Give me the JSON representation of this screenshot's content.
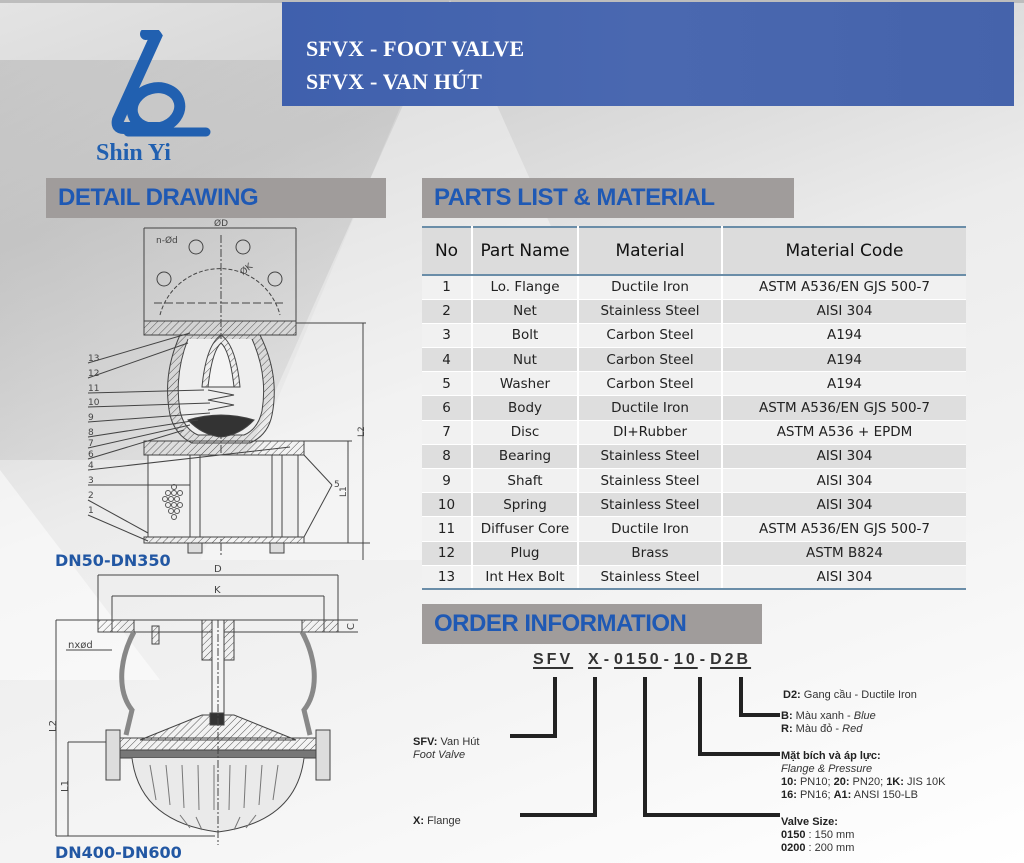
{
  "header": {
    "title_en": "SFVX - FOOT VALVE",
    "title_vi": "SFVX - VAN HÚT",
    "banner_color": "#4563ab"
  },
  "logo": {
    "text": "Shin Yi",
    "icon": "shin-yi-lo-logo-icon",
    "color": "#2160b0"
  },
  "sections": {
    "detail_drawing": "DETAIL DRAWING",
    "parts_list": "PARTS LIST & MATERIAL",
    "order_information": "ORDER INFORMATION",
    "header_bg": "#a09c9b",
    "header_text_color": "#1f59b4"
  },
  "drawings": {
    "small": {
      "label": "DN50-DN350",
      "dims": {
        "od": "ØD",
        "n_d": "n-Ød",
        "k": "ØK",
        "l1": "L1",
        "l2": "L2",
        "c": "C",
        "five": "5"
      },
      "callouts": [
        "13",
        "12",
        "11",
        "10",
        "9",
        "8",
        "7",
        "6",
        "4",
        "3",
        "2",
        "1"
      ]
    },
    "large": {
      "label": "DN400-DN600",
      "dims": {
        "d": "D",
        "k": "K",
        "n_d": "nxød",
        "c": "C",
        "l1": "L1",
        "l2": "L2"
      }
    }
  },
  "parts_table": {
    "columns": [
      "No",
      "Part Name",
      "Material",
      "Material Code"
    ],
    "rows": [
      {
        "no": "1",
        "name": "Lo. Flange",
        "material": "Ductile Iron",
        "code": "ASTM A536/EN GJS 500-7"
      },
      {
        "no": "2",
        "name": "Net",
        "material": "Stainless Steel",
        "code": "AISI 304"
      },
      {
        "no": "3",
        "name": "Bolt",
        "material": "Carbon Steel",
        "code": "A194"
      },
      {
        "no": "4",
        "name": "Nut",
        "material": "Carbon Steel",
        "code": "A194"
      },
      {
        "no": "5",
        "name": "Washer",
        "material": "Carbon Steel",
        "code": "A194"
      },
      {
        "no": "6",
        "name": "Body",
        "material": "Ductile Iron",
        "code": "ASTM A536/EN GJS 500-7"
      },
      {
        "no": "7",
        "name": "Disc",
        "material": "DI+Rubber",
        "code": "ASTM A536 + EPDM"
      },
      {
        "no": "8",
        "name": "Bearing",
        "material": "Stainless Steel",
        "code": "AISI 304"
      },
      {
        "no": "9",
        "name": "Shaft",
        "material": "Stainless Steel",
        "code": "AISI 304"
      },
      {
        "no": "10",
        "name": "Spring",
        "material": "Stainless Steel",
        "code": "AISI 304"
      },
      {
        "no": "11",
        "name": "Diffuser Core",
        "material": "Ductile Iron",
        "code": "ASTM A536/EN GJS 500-7"
      },
      {
        "no": "12",
        "name": "Plug",
        "material": "Brass",
        "code": "ASTM B824"
      },
      {
        "no": "13",
        "name": "Int Hex Bolt",
        "material": "Stainless Steel",
        "code": "AISI 304"
      }
    ]
  },
  "order": {
    "code_parts": [
      "SFV",
      "X",
      "0150",
      "10",
      "D2B"
    ],
    "code_seps": [
      "-",
      "-",
      "-"
    ],
    "notes": {
      "sfv_key": "SFV:",
      "sfv_vi": "Van Hút",
      "sfv_en": "Foot Valve",
      "x_key": "X:",
      "x_val": "Flange",
      "d2_key": "D2:",
      "d2_val": "Gang cầu - Ductile Iron",
      "b_key": "B:",
      "b_vi": "Màu xanh - ",
      "b_en": "Blue",
      "r_key": "R:",
      "r_vi": "Màu đỏ - ",
      "r_en": "Red",
      "flange_title": "Mặt bích và áp lực:",
      "flange_en": "Flange & Pressure",
      "flange_line1": [
        {
          "k": "10:",
          "v": " PN10; "
        },
        {
          "k": "20:",
          "v": " PN20; "
        },
        {
          "k": "1K:",
          "v": " JIS 10K"
        }
      ],
      "flange_line2": [
        {
          "k": "16:",
          "v": " PN16; "
        },
        {
          "k": "A1:",
          "v": " ANSI 150-LB"
        }
      ],
      "size_title": "Valve Size:",
      "size_1_key": "0150",
      "size_1_val": " : 150 mm",
      "size_2_key": "0200",
      "size_2_val": " : 200 mm"
    }
  }
}
